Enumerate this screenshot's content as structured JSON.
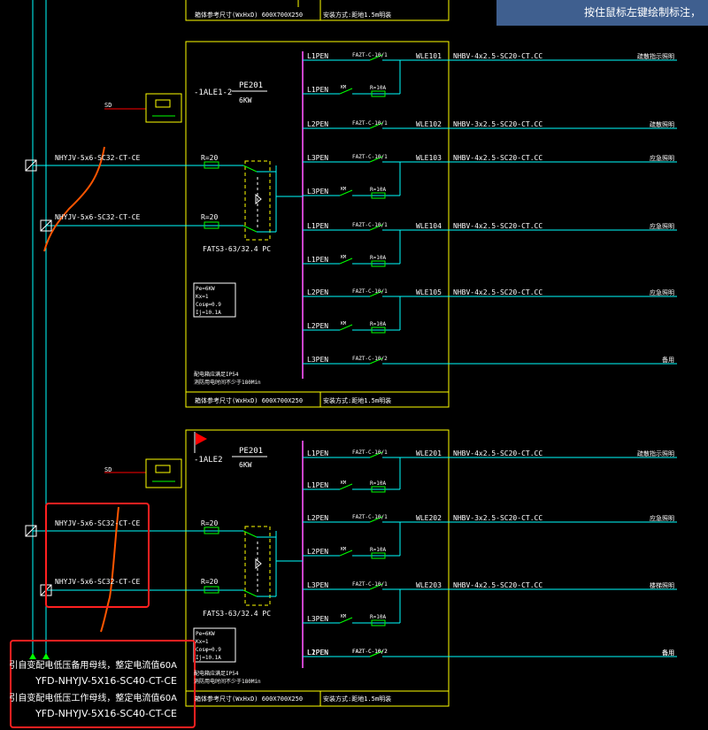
{
  "tooltip": "按住鼠标左键绘制标注，",
  "colors": {
    "background": "#000000",
    "frame": "#ffff00",
    "circuit": "#00ffff",
    "switch": "#00ff00",
    "bus": "#cc44cc",
    "text": "#ffffff",
    "load": "#ff0000",
    "annotation": "#ff5500",
    "flag": "#ff0000"
  },
  "top_stub": {
    "left_note": "箱体参考尺寸(WxHxD) 600X700X250",
    "right_note": "安装方式:距地1.5m明装"
  },
  "panel1": {
    "name": "-1ALE1-2",
    "device": "PE201",
    "power": "6KW",
    "source": "SD",
    "feeders": [
      "NHYJV-5x6-SC32-CT-CE",
      "NHYJV-5x6-SC32-CT-CE"
    ],
    "breaker": "R=20",
    "ats": "FATS3-63/32.4  PC",
    "calc": [
      "Pe=6KW",
      "Kx=1",
      "Cosφ=0.9",
      "Ij=10.1A"
    ],
    "notes": [
      "配电箱应满足IP54",
      "消防用电时间不少于180Min"
    ],
    "bottom_left": "箱体参考尺寸(WxHxD) 600X700X250",
    "bottom_right": "安装方式:距地1.5m明装",
    "circuits": [
      {
        "phase": "L1PEN",
        "breaker": "FAZT-C-10/1",
        "id": "WLE101",
        "cable": "NHBV-4x2.5-SC20-CT.CC",
        "load": "疏散指示照明"
      },
      {
        "phase": "L1PEN",
        "contactor": "KM",
        "rcd": "R=10A"
      },
      {
        "phase": "L2PEN",
        "breaker": "FAZT-C-10/1",
        "id": "WLE102",
        "cable": "NHBV-3x2.5-SC20-CT.CC",
        "load": "疏散照明"
      },
      {
        "phase": "L3PEN",
        "breaker": "FAZT-C-10/1",
        "id": "WLE103",
        "cable": "NHBV-4x2.5-SC20-CT.CC",
        "load": "应急照明"
      },
      {
        "phase": "L3PEN",
        "contactor": "KM",
        "rcd": "R=10A"
      },
      {
        "phase": "L1PEN",
        "breaker": "FAZT-C-10/1",
        "id": "WLE104",
        "cable": "NHBV-4x2.5-SC20-CT.CC",
        "load": "应急照明"
      },
      {
        "phase": "L1PEN",
        "contactor": "KM",
        "rcd": "R=10A"
      },
      {
        "phase": "L2PEN",
        "breaker": "FAZT-C-10/1",
        "id": "WLE105",
        "cable": "NHBV-4x2.5-SC20-CT.CC",
        "load": "应急照明"
      },
      {
        "phase": "L2PEN",
        "contactor": "KM",
        "rcd": "R=10A"
      },
      {
        "phase": "L3PEN",
        "breaker": "FAZT-C-10/2",
        "id": "",
        "cable": "",
        "load": "备用"
      }
    ]
  },
  "panel2": {
    "name": "-1ALE2",
    "device": "PE201",
    "power": "6KW",
    "source": "SD",
    "feeders": [
      "NHYJV-5x6-SC32-CT-CE",
      "NHYJV-5x6-SC32-CT-CE"
    ],
    "breaker": "R=20",
    "ats": "FATS3-63/32.4  PC",
    "calc": [
      "Pe=6KW",
      "Kx=1",
      "Cosφ=0.9",
      "Ij=10.1A"
    ],
    "notes": [
      "配电箱应满足IP54",
      "消防用电时间不少于180Min"
    ],
    "bottom_left": "箱体参考尺寸(WxHxD) 600X700X250",
    "bottom_right": "安装方式:距地1.5m明装",
    "circuits": [
      {
        "phase": "L1PEN",
        "breaker": "FAZT-C-10/1",
        "id": "WLE201",
        "cable": "NHBV-4x2.5-SC20-CT.CC",
        "load": "疏散指示照明"
      },
      {
        "phase": "L1PEN",
        "contactor": "KM",
        "rcd": "R=10A"
      },
      {
        "phase": "L2PEN",
        "breaker": "FAZT-C-10/1",
        "id": "WLE202",
        "cable": "NHBV-3x2.5-SC20-CT.CC",
        "load": "应急照明"
      },
      {
        "phase": "L2PEN",
        "contactor": "KM",
        "rcd": "R=10A"
      },
      {
        "phase": "L3PEN",
        "breaker": "FAZT-C-10/1",
        "id": "WLE203",
        "cable": "NHBV-4x2.5-SC20-CT.CC",
        "load": "楼梯照明"
      },
      {
        "phase": "L3PEN",
        "contactor": "KM",
        "rcd": "R=10A"
      },
      {
        "phase": "L1PEN",
        "breaker": "FAZT-C-10/2",
        "id": "",
        "cable": "",
        "load": "备用"
      },
      {
        "phase": "L2PEN",
        "breaker": "FAZT-C-10/2",
        "id": "",
        "cable": "",
        "load": "备用"
      }
    ]
  },
  "incoming": {
    "line1_label": "引自变配电低压备用母线，整定电流值60A",
    "line1_cable": "YFD-NHYJV-5X16-SC40-CT-CE",
    "line2_label": "引自变配电低压工作母线，整定电流值60A",
    "line2_cable": "YFD-NHYJV-5X16-SC40-CT-CE"
  }
}
